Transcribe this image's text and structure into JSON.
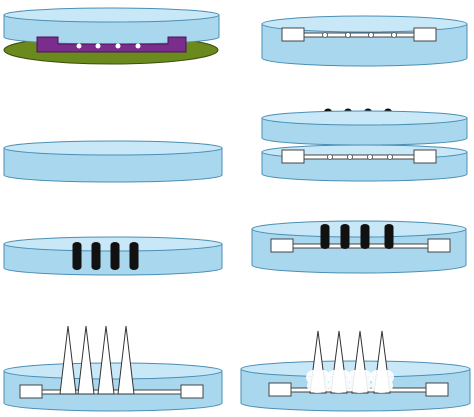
{
  "colors": {
    "disc_side": "#a9d7ee",
    "disc_top": "#c9e8f7",
    "disc_outline": "#4a8fb5",
    "mold_base": "#6b8a1e",
    "mold_well": "#7a2d8c",
    "pillar": "#111111",
    "cone": "#ffffff",
    "cone_outline": "#333333",
    "channel": "#ffffff",
    "channel_outline": "#444444"
  },
  "diagram": {
    "steps": [
      {
        "name": "step-mold-casting",
        "elements": [
          "disc",
          "mold-base",
          "mold-well",
          "bubbles"
        ]
      },
      {
        "name": "step-channel-disc",
        "elements": [
          "disc",
          "channel"
        ]
      },
      {
        "name": "step-plain-disc",
        "elements": [
          "disc"
        ]
      },
      {
        "name": "step-dot-row-and-channel-disc",
        "elements": [
          "dots",
          "disc",
          "disc",
          "channel"
        ]
      },
      {
        "name": "step-pillars-disc",
        "elements": [
          "disc",
          "pillars"
        ]
      },
      {
        "name": "step-pillars-channel-disc",
        "elements": [
          "disc",
          "pillars",
          "channel"
        ]
      },
      {
        "name": "step-needles-disc",
        "elements": [
          "disc",
          "cones",
          "channel"
        ]
      },
      {
        "name": "step-needles-dissolving-disc",
        "elements": [
          "disc",
          "cones",
          "channel",
          "dissolution"
        ]
      }
    ]
  }
}
